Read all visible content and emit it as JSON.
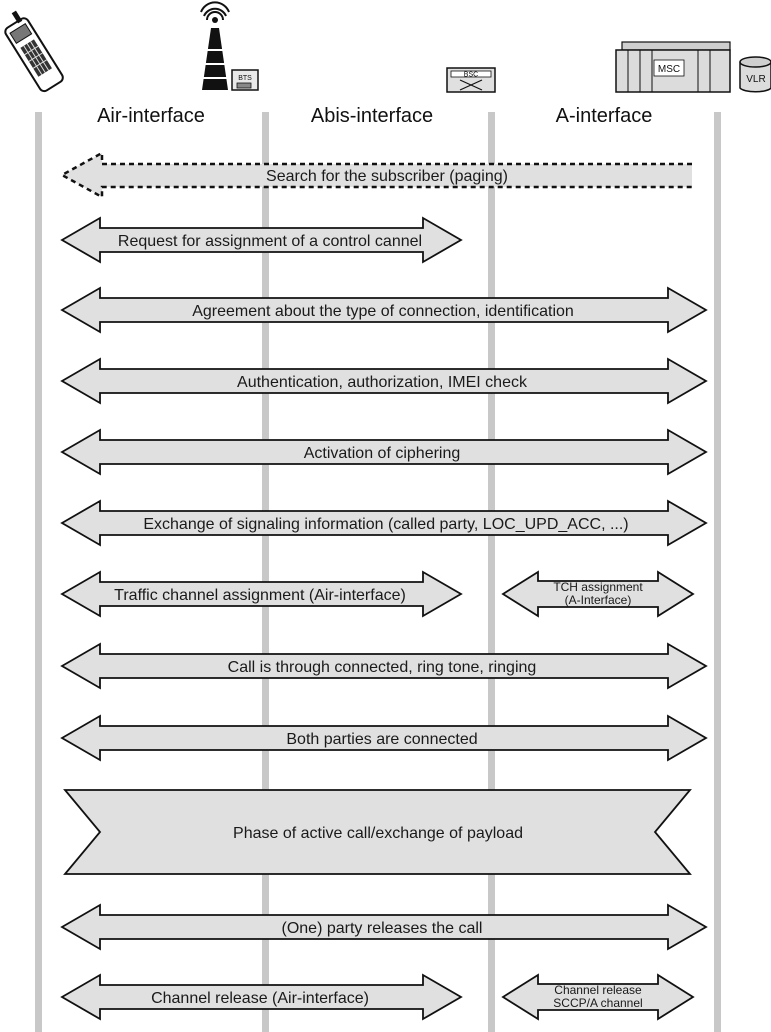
{
  "devices": {
    "bts_label": "BTS",
    "bsc_label": "BSC",
    "msc_label": "MSC",
    "vlr_label": "VLR"
  },
  "interfaces": {
    "air": "Air-interface",
    "abis": "Abis-interface",
    "a": "A-interface"
  },
  "messages": {
    "paging": "Search for the subscriber (paging)",
    "control_channel": "Request for assignment of a control cannel",
    "agreement": "Agreement about the type of connection, identification",
    "authentication": "Authentication, authorization, IMEI check",
    "ciphering": "Activation of ciphering",
    "signaling": "Exchange of signaling information (called party, LOC_UPD_ACC, ...)",
    "tch_air": "Traffic channel assignment (Air-interface)",
    "tch_a_line1": "TCH assignment",
    "tch_a_line2": "(A-Interface)",
    "ring": "Call is through connected, ring tone, ringing",
    "connected": "Both parties are connected",
    "active_call": "Phase of active call/exchange of payload",
    "release": "(One) party releases the call",
    "channel_release_air": "Channel release (Air-interface)",
    "channel_release_a_line1": "Channel release",
    "channel_release_a_line2": "SCCP/A channel"
  },
  "colors": {
    "arrow_fill": "#e0e0e0",
    "arrow_stroke": "#111111",
    "lifeline": "#c8c8c8"
  }
}
